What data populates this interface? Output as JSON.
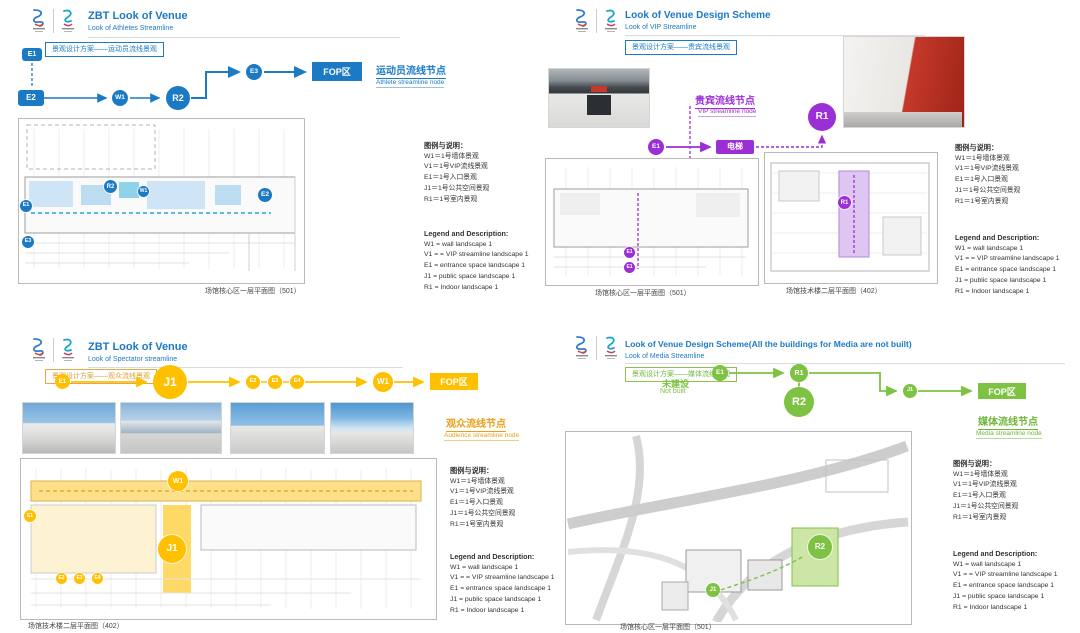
{
  "colors": {
    "athlete_blue": "#1c7ac5",
    "vip_purple": "#9b2fd6",
    "spectator_yellow": "#ffc000",
    "media_green": "#7dc242"
  },
  "legend_cn": {
    "title": "图例与说明：",
    "items": [
      "W1＝1号墙体景观",
      "V1＝1号VIP流线景观",
      "E1＝1号入口景观",
      "J1＝1号公共空间景观",
      "R1＝1号室内景观"
    ]
  },
  "legend_en": {
    "title": "Legend and Description:",
    "items": [
      "W1 = wall landscape 1",
      "V1 = = VIP streamline landscape 1",
      "E1 = entrance space landscape 1",
      "J1 = public space landscape 1",
      "R1 = Indoor landscape 1"
    ]
  },
  "q1": {
    "title": "ZBT Look of Venue",
    "subtitle": "Look of Athletes Streamline",
    "banner": "景观设计方案——运动员流线景观",
    "stream_label_cn": "运动员流线节点",
    "stream_label_en": "Athlete streamline node",
    "fop": "FOP区",
    "nodes": {
      "e1": "E1",
      "e2": "E2",
      "w1": "W1",
      "r2": "R2",
      "e3": "E3"
    },
    "plan_caption": "场馆核心区一层平面图（501）"
  },
  "q2": {
    "title": "Look of Venue Design Scheme",
    "subtitle": "Look of VIP Streamline",
    "banner": "景观设计方案——贵宾流线景观",
    "stream_label_cn": "贵宾流线节点",
    "stream_label_en": "VIP streamline node",
    "elevator": "电梯",
    "nodes": {
      "e1": "E1",
      "r1": "R1"
    },
    "plan1_caption": "场馆核心区一层平面图（501）",
    "plan2_caption": "场馆技术楼二层平面图（402）"
  },
  "q3": {
    "title": "ZBT Look of Venue",
    "subtitle": "Look of Spectator streamline",
    "banner": "景观设计方案——观众流线景观",
    "stream_label_cn": "观众流线节点",
    "stream_label_en": "Audience streamline node",
    "fop": "FOP区",
    "nodes": {
      "e1": "E1",
      "j1": "J1",
      "e2": "E2",
      "e3": "E3",
      "e4": "E4",
      "w1": "W1"
    },
    "plan_caption": "场馆技术楼二层平面图（402）"
  },
  "q4": {
    "title": "Look of Venue Design Scheme(All the buildings for Media are not built)",
    "subtitle": "Look of Media Streamline",
    "banner": "景观设计方案——媒体流线景观",
    "not_built_cn": "未建设",
    "not_built_en": "Not built",
    "stream_label_cn": "媒体流线节点",
    "stream_label_en": "Media streamline node",
    "fop": "FOP区",
    "nodes": {
      "e1": "E1",
      "r1": "R1",
      "r2": "R2",
      "j1": "J1"
    },
    "plan_caption": "场馆核心区一层平面图（501）"
  }
}
